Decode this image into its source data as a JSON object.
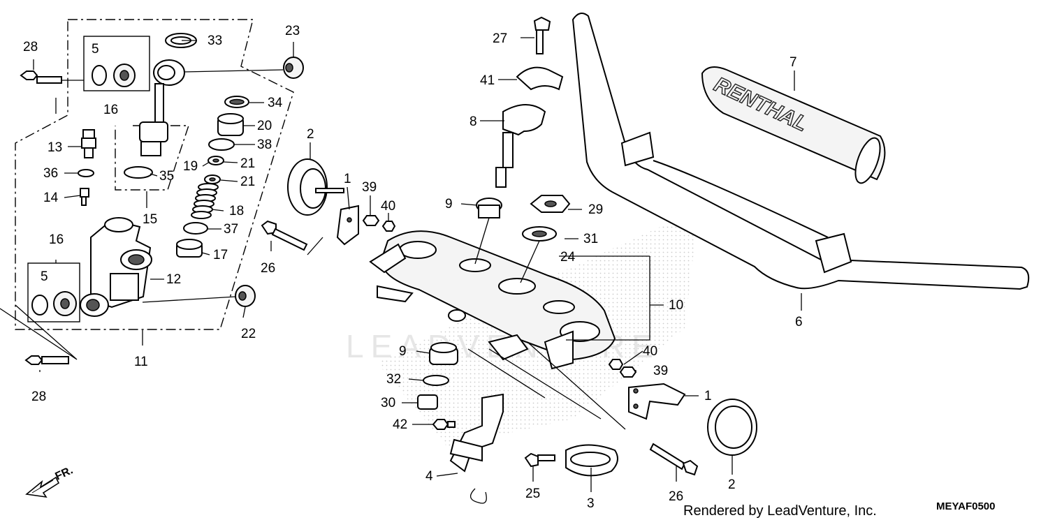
{
  "diagram": {
    "watermark": "LEADVENTURE",
    "footer": {
      "credit": "Rendered by LeadVenture, Inc.",
      "code": "MEYAF0500"
    },
    "direction_label": "FR.",
    "grip_brand": "RENTHAL",
    "callouts": [
      "28",
      "5",
      "16",
      "33",
      "23",
      "34",
      "20",
      "13",
      "38",
      "19",
      "21",
      "21",
      "36",
      "35",
      "14",
      "15",
      "18",
      "37",
      "16",
      "17",
      "5",
      "12",
      "22",
      "11",
      "28",
      "27",
      "41",
      "8",
      "7",
      "2",
      "1",
      "39",
      "40",
      "9",
      "29",
      "31",
      "24",
      "26",
      "10",
      "6",
      "9",
      "40",
      "39",
      "32",
      "1",
      "30",
      "42",
      "4",
      "25",
      "3",
      "26",
      "2"
    ]
  }
}
